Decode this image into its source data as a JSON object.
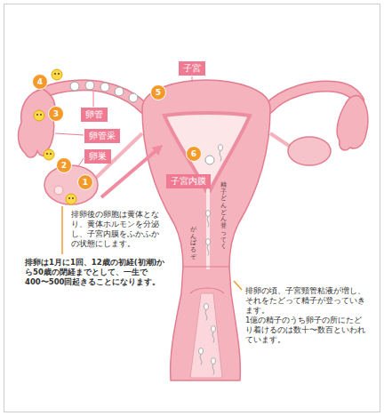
{
  "diagram": {
    "nodes": [
      {
        "text": [
          "子宮"
        ]
      },
      {
        "text": [
          "卵管"
        ]
      },
      {
        "text": [
          "卵管采"
        ]
      },
      {
        "text": [
          "卵巣"
        ]
      },
      {
        "text": [
          "子宮内膜"
        ]
      },
      {
        "text": [
          "1"
        ]
      },
      {
        "text": [
          "2"
        ]
      },
      {
        "text": [
          "3"
        ]
      },
      {
        "text": [
          "4"
        ]
      },
      {
        "text": [
          "5"
        ]
      },
      {
        "text": [
          "6"
        ]
      }
    ],
    "labels": [
      "排卵後の卵胞は黄体となり、黄体ホルモンを分泌し、子宮内膜をふかふかの状態にします。",
      "排卵は1月に1回、12歳の初経(初潮)から50歳の閉経までとして、一生で400〜500回起きることになります。",
      "排卵の頃、子宮頸管粘液が増し、それをたどって精子が登っていきます。",
      "1億の精子のうち卵子の所にたどり着けるのは数十〜数百といわれています。",
      "精子どんどん登ってく",
      "がんばるぞ"
    ]
  }
}
